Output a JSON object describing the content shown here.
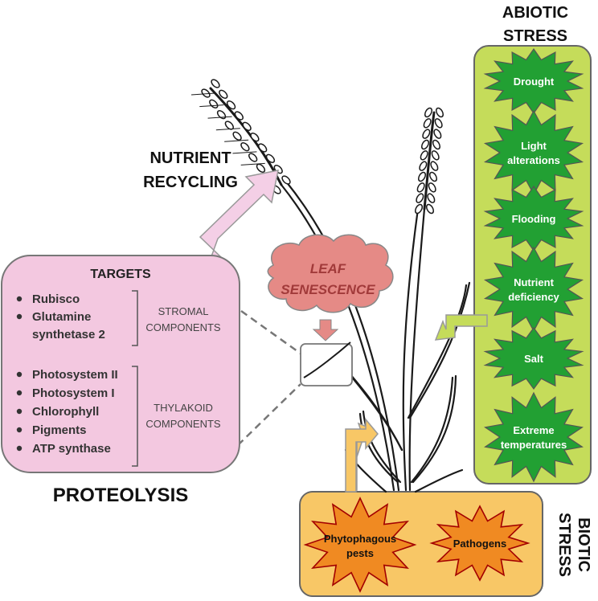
{
  "abiotic": {
    "title_line1": "ABIOTIC",
    "title_line2": "STRESS",
    "stresses": [
      {
        "line1": "Drought",
        "line2": ""
      },
      {
        "line1": "Light",
        "line2": "alterations"
      },
      {
        "line1": "Flooding",
        "line2": ""
      },
      {
        "line1": "Nutrient",
        "line2": "deficiency"
      },
      {
        "line1": "Salt",
        "line2": ""
      },
      {
        "line1": "Extreme",
        "line2": "temperatures"
      }
    ]
  },
  "biotic": {
    "title_line1": "BIOTIC",
    "title_line2": "STRESS",
    "stresses": [
      {
        "line1": "Phytophagous",
        "line2": "pests"
      },
      {
        "line1": "Pathogens",
        "line2": ""
      }
    ]
  },
  "nutrient_recycling": {
    "line1": "NUTRIENT",
    "line2": "RECYCLING"
  },
  "leaf_senescence": {
    "line1": "LEAF",
    "line2": "SENESCENCE"
  },
  "targets": {
    "title": "TARGETS",
    "stromal_items": [
      "Rubisco",
      "Glutamine",
      "synthetase 2"
    ],
    "stromal_group_line1": "STROMAL",
    "stromal_group_line2": "COMPONENTS",
    "thylakoid_items": [
      "Photosystem II",
      "Photosystem I",
      "Chlorophyll",
      "Pigments",
      "ATP synthase"
    ],
    "thylakoid_group_line1": "THYLAKOID",
    "thylakoid_group_line2": "COMPONENTS"
  },
  "proteolysis": "PROTEOLYSIS",
  "colors": {
    "abiotic_fill": "#c5dc5a",
    "star_fill": "#22a033",
    "biotic_fill": "#f8c766",
    "biotic_star": "#f08a22",
    "targets_fill": "#f3c8e0",
    "nutrient_arrow": "#f4cfe6",
    "cloud_fill": "#e58a86",
    "cloud_text": "#a13a3a"
  }
}
